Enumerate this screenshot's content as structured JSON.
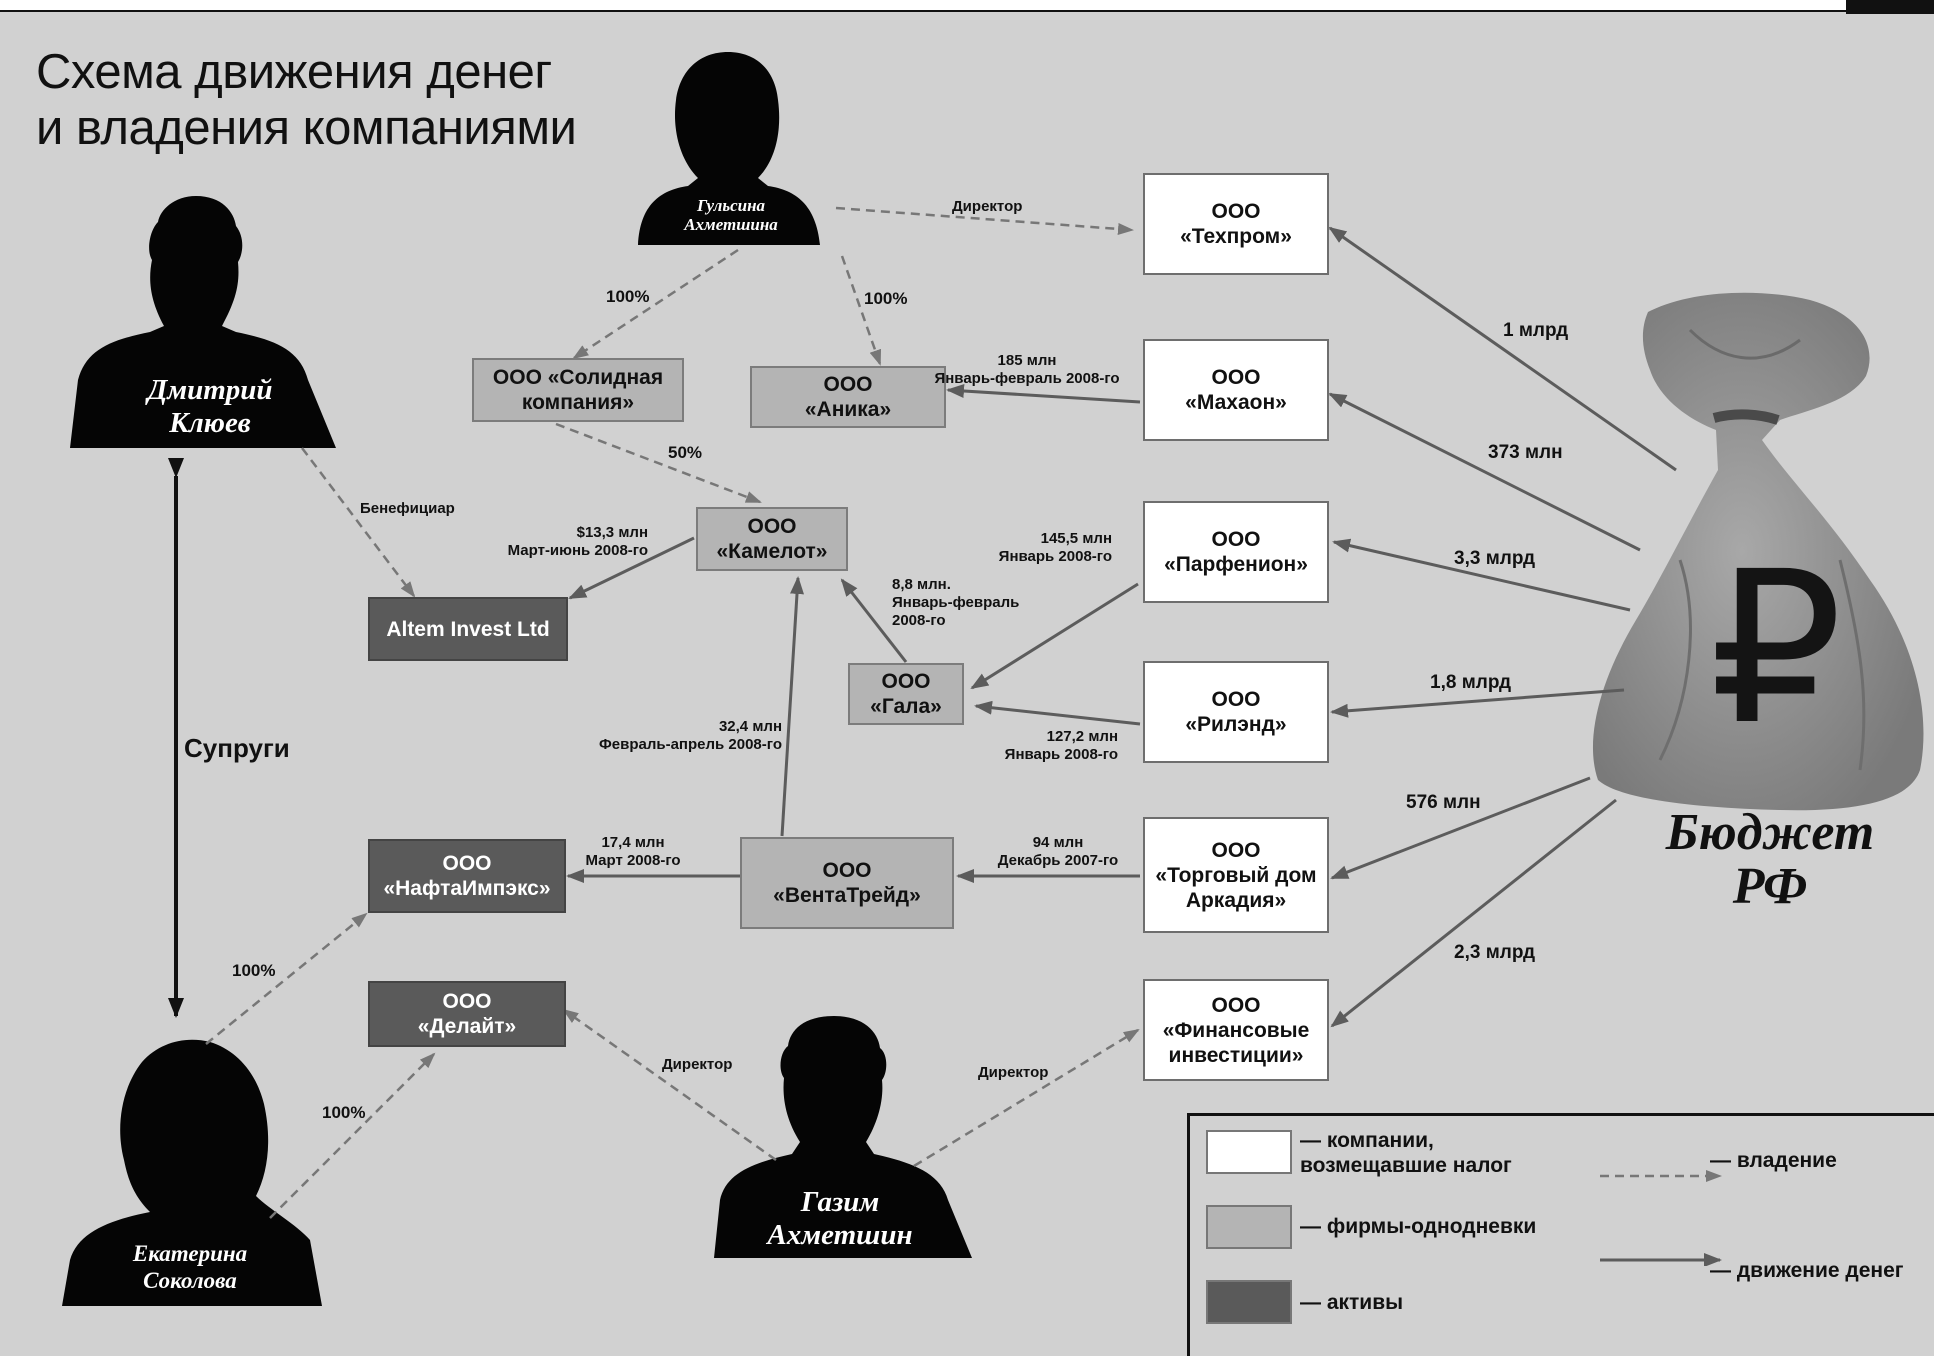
{
  "title": "Схема движения денег\nи владения компаниями",
  "people": {
    "gulsina": "Гульсина\nАхметшина",
    "dmitry": "Дмитрий\nКлюев",
    "ekaterina": "Екатерина\nСоколова",
    "gazim": "Газим\nАхметшин"
  },
  "companies": {
    "tekhprom": "ООО\n«Техпром»",
    "makhaon": "ООО\n«Махаон»",
    "parfenion": "ООО\n«Парфенион»",
    "rilend": "ООО\n«Рилэнд»",
    "arkadia": "ООО\n«Торговый дом\nАркадия»",
    "finansy": "ООО\n«Финансовые\nинвестиции»",
    "solidnaya": "ООО «Солидная\nкомпания»",
    "anika": "ООО\n«Аника»",
    "kamelot": "ООО\n«Камелот»",
    "gala": "ООО\n«Гала»",
    "venta": "ООО\n«ВентаТрейд»",
    "altem": "Altem Invest Ltd",
    "nafta": "ООО\n«НафтаИмпэкс»",
    "delait": "ООО\n«Делайт»"
  },
  "labels": {
    "dir1": "Директор",
    "own_sol": "100%",
    "own_anika": "100%",
    "sol_kam": "50%",
    "benef": "Бенефициар",
    "kam_altem": "$13,3 млн\nМарт-июнь 2008-го",
    "mak_anika": "185 млн\nЯнварь-февраль 2008-го",
    "par_gala": "145,5 млн\nЯнварь 2008-го",
    "gala_kam": "8,8 млн.\nЯнварь-февраль\n2008-го",
    "ril_gala": "127,2 млн\nЯнварь 2008-го",
    "venta_kam": "32,4 млн\nФевраль-апрель 2008-го",
    "venta_nafta": "17,4 млн\nМарт 2008-го",
    "ark_venta": "94 млн\nДекабрь 2007-го",
    "own_nafta": "100%",
    "own_delait": "100%",
    "dir_delait": "Директор",
    "dir_fin": "Директор",
    "spouses": "Супруги",
    "b_tekhprom": "1 млрд",
    "b_makhaon": "373 млн",
    "b_parfenion": "3,3 млрд",
    "b_rilend": "1,8 млрд",
    "b_arkadia": "576 млн",
    "b_finansy": "2,3 млрд"
  },
  "budget": {
    "label": "Бюджет\nРФ",
    "symbol": "₽"
  },
  "legend": {
    "white": "— компании,\nвозмещавшие налог",
    "gray": "— фирмы-однодневки",
    "dark": "— активы",
    "ownership": "— владение",
    "money": "— движение денег"
  },
  "colors": {
    "background": "#d1d1d1",
    "white_box": "#ffffff",
    "gray_box": "#b4b4b4",
    "dark_box": "#5a5a5a",
    "arrow": "#5c5c5c",
    "silhouette": "#050505",
    "bag": "#8e8e8e"
  }
}
